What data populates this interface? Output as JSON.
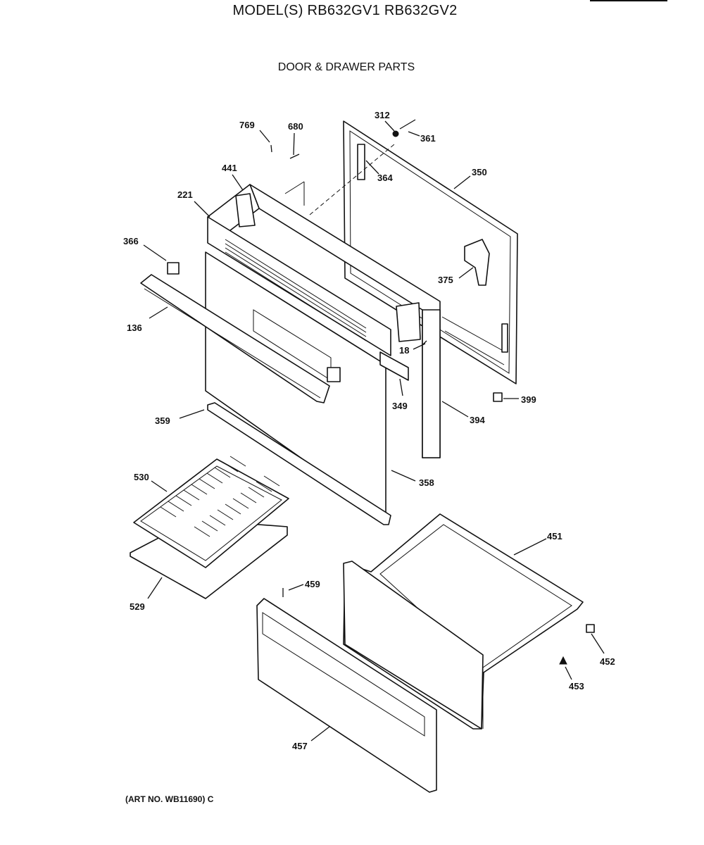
{
  "header": {
    "model_title": "MODEL(S) RB632GV1  RB632GV2",
    "section_title": "DOOR & DRAWER PARTS"
  },
  "footer": {
    "art_number": "(ART NO. WB11690) C"
  },
  "parts": [
    {
      "id": "p769",
      "number": "769"
    },
    {
      "id": "p680",
      "number": "680"
    },
    {
      "id": "p312",
      "number": "312"
    },
    {
      "id": "p361",
      "number": "361"
    },
    {
      "id": "p441",
      "number": "441"
    },
    {
      "id": "p364",
      "number": "364"
    },
    {
      "id": "p350",
      "number": "350"
    },
    {
      "id": "p221",
      "number": "221"
    },
    {
      "id": "p366",
      "number": "366"
    },
    {
      "id": "p375",
      "number": "375"
    },
    {
      "id": "p136",
      "number": "136"
    },
    {
      "id": "p18",
      "number": "18"
    },
    {
      "id": "p399",
      "number": "399"
    },
    {
      "id": "p349",
      "number": "349"
    },
    {
      "id": "p394",
      "number": "394"
    },
    {
      "id": "p359",
      "number": "359"
    },
    {
      "id": "p530",
      "number": "530"
    },
    {
      "id": "p358",
      "number": "358"
    },
    {
      "id": "p451",
      "number": "451"
    },
    {
      "id": "p459",
      "number": "459"
    },
    {
      "id": "p529",
      "number": "529"
    },
    {
      "id": "p452",
      "number": "452"
    },
    {
      "id": "p453",
      "number": "453"
    },
    {
      "id": "p457",
      "number": "457"
    }
  ]
}
